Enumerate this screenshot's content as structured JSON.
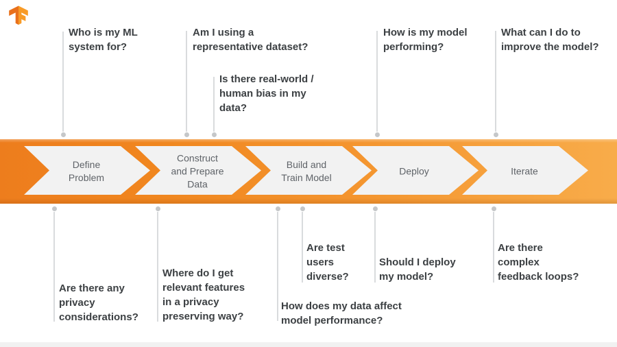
{
  "logo": {
    "name": "TensorFlow"
  },
  "banner": {
    "gradient_left": "#ED7D1D",
    "gradient_right": "#F8AC4A",
    "arrow_fill": "#F2F2F2",
    "stages": [
      {
        "label": [
          "Define",
          "Problem"
        ]
      },
      {
        "label": [
          "Construct",
          "and Prepare",
          "Data"
        ]
      },
      {
        "label": [
          "Build and",
          "Train Model"
        ]
      },
      {
        "label": [
          "Deploy"
        ]
      },
      {
        "label": [
          "Iterate"
        ]
      }
    ]
  },
  "questions": {
    "top": [
      {
        "text": [
          "Who is my ML",
          "system for?"
        ]
      },
      {
        "text": [
          "Am I using a",
          "representative dataset?"
        ]
      },
      {
        "text": [
          "Is there real-world /",
          "human bias in my",
          "data?"
        ]
      },
      {
        "text": [
          "How is my model",
          "performing?"
        ]
      },
      {
        "text": [
          "What can I do to",
          "improve the model?"
        ]
      }
    ],
    "bottom": [
      {
        "text": [
          "Are there any",
          "privacy",
          "considerations?"
        ]
      },
      {
        "text": [
          "Where do I get",
          "relevant features",
          "in a privacy",
          "preserving way?"
        ]
      },
      {
        "text": [
          "How does my data affect",
          "model performance?"
        ]
      },
      {
        "text": [
          "Are test",
          "users",
          "diverse?"
        ]
      },
      {
        "text": [
          "Should I deploy",
          "my model?"
        ]
      },
      {
        "text": [
          "Are there",
          "complex",
          "feedback loops?"
        ]
      }
    ]
  },
  "colors": {
    "question_text": "#3C4043",
    "stage_text": "#5F6368",
    "connector_line": "#D9DBDD",
    "connector_dot": "#C5C7C9",
    "footer_bar": "#F1F1F1",
    "logo_dark_orange": "#E9701B",
    "logo_light_orange": "#F89B27"
  }
}
